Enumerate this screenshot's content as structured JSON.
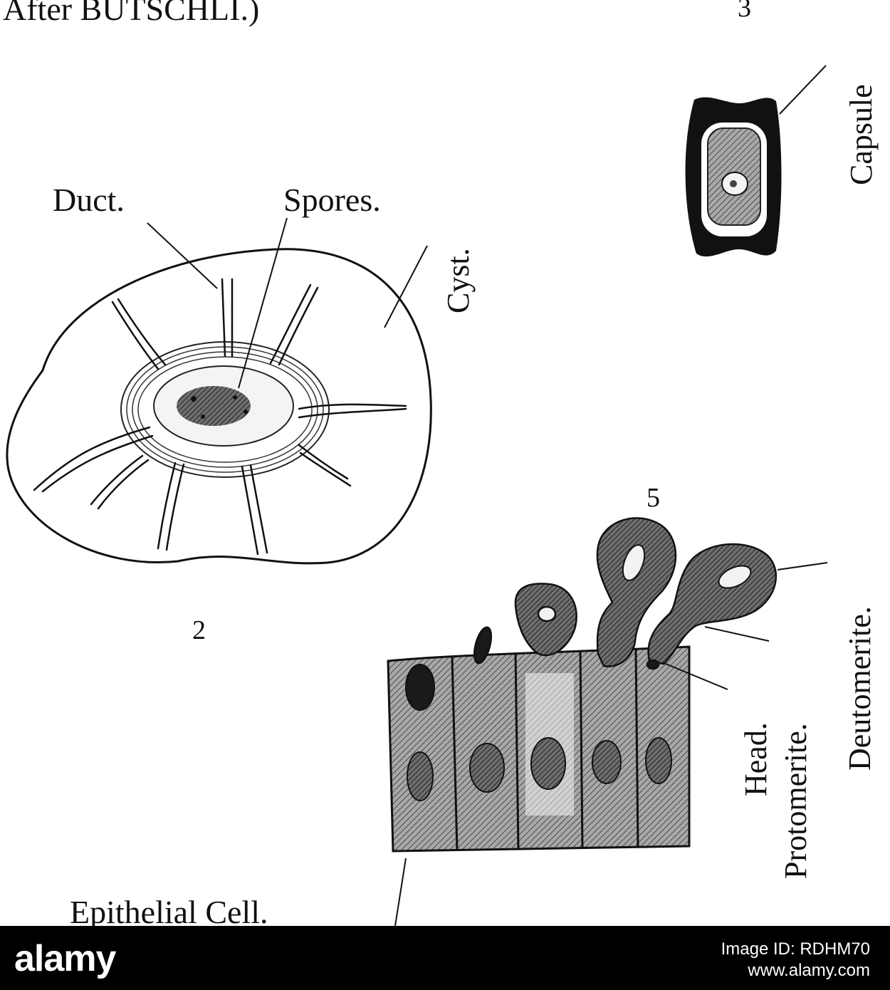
{
  "header": {
    "caption_fragment": "After BÜTSCHLI.)",
    "figure_number_top": "3"
  },
  "figure2": {
    "number": "2",
    "labels": {
      "duct": "Duct.",
      "spores": "Spores.",
      "cyst": "Cyst."
    }
  },
  "figure3": {
    "labels": {
      "capsule": "Capsule"
    }
  },
  "figure5": {
    "number": "5",
    "labels": {
      "deutomerite": "Deutomerite.",
      "protomerite": "Protomerite.",
      "head": "Head.",
      "epithelial_cell": "Epithelial Cell."
    }
  },
  "footer": {
    "logo": "alamy",
    "image_id": "Image ID: RDHM70",
    "site": "www.alamy.com"
  },
  "colors": {
    "ink": "#111111",
    "tissue": "#8c8c8c",
    "footer_bg": "#000000"
  }
}
